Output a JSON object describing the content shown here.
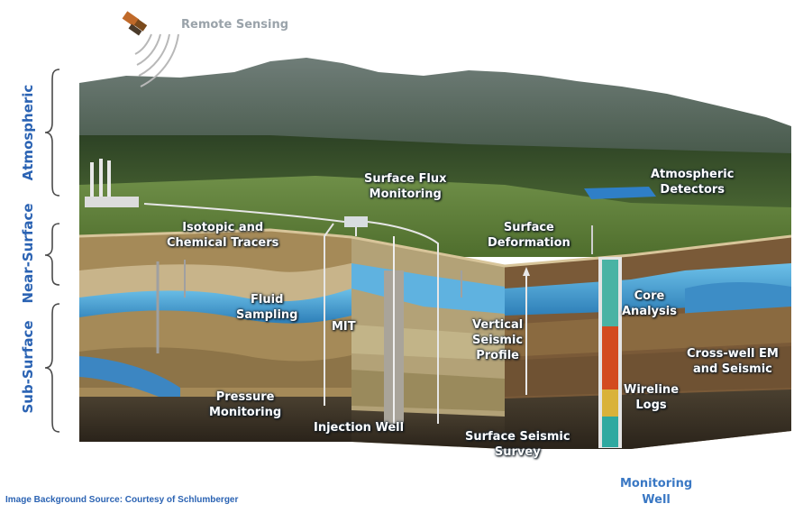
{
  "colors": {
    "zone_text": "#2b63b3",
    "overlay_text": "#ffffff",
    "remote_sensing_text": "#9aa3aa",
    "aquifer_blue": "#4fa8d8",
    "forest_green": "#2f4a26",
    "sky": "#ffffff"
  },
  "zones": {
    "atmospheric": "Atmospheric",
    "near_surface": "Near-Surface",
    "sub_surface": "Sub-Surface"
  },
  "remote_sensing": "Remote Sensing",
  "labels": {
    "surface_flux": [
      "Surface Flux",
      "Monitoring"
    ],
    "atmospheric_detectors": [
      "Atmospheric",
      "Detectors"
    ],
    "isotopic": [
      "Isotopic and",
      "Chemical Tracers"
    ],
    "surface_deformation": [
      "Surface",
      "Deformation"
    ],
    "fluid_sampling": [
      "Fluid",
      "Sampling"
    ],
    "mit": "MIT",
    "vertical_seismic": [
      "Vertical",
      "Seismic",
      "Profile"
    ],
    "core_analysis": [
      "Core",
      "Analysis"
    ],
    "crosswell": [
      "Cross-well EM",
      "and Seismic"
    ],
    "pressure": [
      "Pressure",
      "Monitoring"
    ],
    "injection_well": "Injection Well",
    "surface_seismic": [
      "Surface Seismic",
      "Survey"
    ],
    "wireline": [
      "Wireline",
      "Logs"
    ]
  },
  "monitoring_well": [
    "Monitoring",
    "Well"
  ],
  "source_credit": "Image Background Source: Courtesy of Schlumberger",
  "icons": [
    "satellite-icon",
    "signal-wave-icon",
    "bracket-icon",
    "smokestack-icon",
    "monitoring-tower-icon"
  ]
}
